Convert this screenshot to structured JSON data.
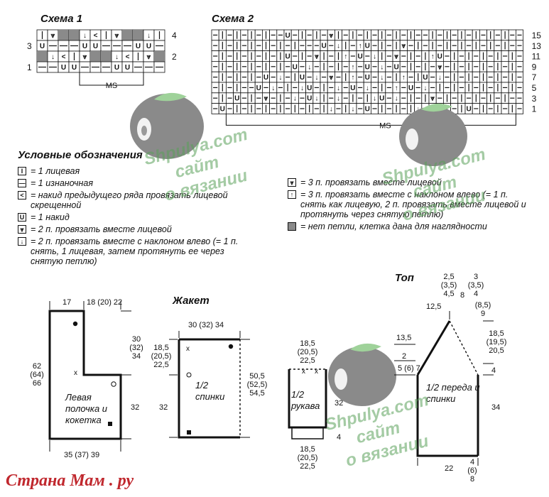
{
  "scheme1": {
    "title": "Схема 1",
    "rows": [
      [
        "I",
        "⩔",
        "G",
        "G",
        "↓",
        "<",
        "I",
        "⩔",
        "G",
        "G",
        "↓",
        "I"
      ],
      [
        "U",
        "-",
        "-",
        "-",
        "U",
        "U",
        "-",
        "-",
        "-",
        "U",
        "U",
        "-"
      ],
      [
        "G",
        "↓",
        "<",
        "I",
        "⩔",
        "G",
        "G",
        "↓",
        "<",
        "I",
        "⩔",
        "G"
      ],
      [
        "-",
        "-",
        "U",
        "U",
        "-",
        "-",
        "-",
        "U",
        "U",
        "-",
        "-",
        "-"
      ]
    ],
    "row_labels_right": [
      "4",
      "",
      "2",
      ""
    ],
    "row_labels_left": [
      "",
      "3",
      "",
      "1"
    ],
    "ms": "MS"
  },
  "scheme2": {
    "title": "Схема 2",
    "rows": [
      [
        "-",
        "I",
        "-",
        "I",
        "-",
        "I",
        "-",
        "I",
        "-",
        "-",
        "U",
        "-",
        "I",
        "-",
        "I",
        "-",
        "⩔",
        "I",
        "-",
        "I",
        "-",
        "I",
        "-",
        "I",
        "-",
        "I",
        "-",
        "I",
        "-",
        "-",
        "I",
        "-",
        "I",
        "-",
        "I",
        "-",
        "I",
        "-",
        "I",
        "-",
        "I",
        "-",
        "-"
      ],
      [
        "-",
        "I",
        "-",
        "I",
        "-",
        "I",
        "-",
        "I",
        "-",
        "I",
        "-",
        "I",
        "-",
        "-",
        "-",
        "U",
        "-",
        "↓",
        "I",
        "-",
        "↑",
        "U",
        "-",
        "I",
        "-",
        "I",
        "⩔",
        "-",
        "I",
        "-",
        "I",
        "-",
        "I",
        "-",
        "I",
        "-",
        "I",
        "-",
        "I",
        "-",
        "I",
        "-",
        "-"
      ],
      [
        "-",
        "I",
        "-",
        "I",
        "-",
        "I",
        "-",
        "I",
        "-",
        "I",
        "U",
        "-",
        "I",
        "-",
        "⩔",
        "I",
        "-",
        "I",
        "↑",
        "-",
        "U",
        "-",
        "↓",
        "I",
        "-",
        "⩔",
        "-",
        "I",
        "-",
        "I",
        "↑",
        "U",
        "-",
        "I",
        "-",
        "I",
        "-",
        "I",
        "-",
        "I",
        "-",
        "I",
        "-"
      ],
      [
        "-",
        "I",
        "-",
        "I",
        "-",
        "I",
        "-",
        "I",
        "-",
        "I",
        "-",
        "U",
        "-",
        "↓",
        "-",
        "I",
        "-",
        "I",
        "-",
        "↑",
        "-",
        "U",
        "-",
        "↓",
        "-",
        "U",
        "-",
        "I",
        "-",
        "I",
        "-",
        "⩔",
        "-",
        "I",
        "-",
        "I",
        "-",
        "I",
        "-",
        "I",
        "-",
        "I",
        "-"
      ],
      [
        "-",
        "I",
        "-",
        "I",
        "-",
        "I",
        "-",
        "U",
        "-",
        "↓",
        "-",
        "I",
        "U",
        "-",
        "↓",
        "-",
        "⩔",
        "-",
        "I",
        "↑",
        "-",
        "U",
        "-",
        "↓",
        "-",
        "I",
        "↑",
        "-",
        "I",
        "U",
        "-",
        "↓",
        "-",
        "I",
        "-",
        "I",
        "-",
        "I",
        "-",
        "I",
        "-",
        "I",
        "-"
      ],
      [
        "-",
        "I",
        "-",
        "I",
        "-",
        "-",
        "U",
        "-",
        "↓",
        "-",
        "I",
        "-",
        "↓",
        "U",
        "-",
        "I",
        "-",
        "↓",
        "-",
        "U",
        "-",
        "↓",
        "-",
        "I",
        "-",
        "↑",
        "-",
        "U",
        "-",
        "↓",
        "-",
        "I",
        "-",
        "I",
        "-",
        "I",
        "-",
        "I",
        "-",
        "I",
        "-",
        "I",
        "-"
      ],
      [
        "-",
        "I",
        "-",
        "U",
        "-",
        "I",
        "-",
        "⩔",
        "-",
        "I",
        "-",
        "↓",
        "-",
        "U",
        "↓",
        "I",
        "-",
        "↓",
        "-",
        "I",
        "-",
        "I",
        "↓",
        "U",
        "-",
        "↓",
        "-",
        "I",
        "-",
        "I",
        "⩔",
        "-",
        "I",
        "-",
        "I",
        "-",
        "I",
        "-",
        "I",
        "-",
        "I",
        "-",
        "-"
      ],
      [
        "-",
        "U",
        "-",
        "I",
        "-",
        "I",
        "-",
        "I",
        "-",
        "I",
        "-",
        "I",
        "-",
        "I",
        "-",
        "I",
        "↓",
        "-",
        "I",
        "↓",
        "-",
        "U",
        "-",
        "I",
        "-",
        "I",
        "-",
        "I",
        "↓",
        "-",
        "I",
        "-",
        "I",
        "-",
        "I",
        "U",
        "-",
        "I",
        "-",
        "I",
        "-",
        "I",
        "-"
      ]
    ],
    "row_labels": [
      "15",
      "13",
      "11",
      "9",
      "7",
      "5",
      "3",
      "1"
    ],
    "ms": "MS"
  },
  "legend": {
    "title": "Условные обозначения",
    "left_items": [
      {
        "symbol": "I",
        "text": "= 1 лицевая"
      },
      {
        "symbol": "-",
        "text": "= 1 изнаночная"
      },
      {
        "symbol": "<",
        "text": "= накид предыдущего ряда провязать лицевой скрещенной"
      },
      {
        "symbol": "U",
        "text": "= 1 накид"
      },
      {
        "symbol": "⩔",
        "text": "= 2 п. провязать вместе лицевой"
      },
      {
        "symbol": "↓",
        "text": "= 2 п. провязать вместе с наклоном влево (= 1 п. снять, 1 лицевая, затем протянуть ее через снятую петлю)"
      }
    ],
    "right_items": [
      {
        "symbol": "⩔",
        "text": "= 3 п. провязать вместе лицевой"
      },
      {
        "symbol": "↑",
        "text": "= 3 п. провязать вместе с наклоном влево (= 1 п. снять как лицевую, 2 п. провязать вместе лицевой и протянуть через снятую петлю)"
      },
      {
        "symbol": "G",
        "text": "= нет петли, клетка дана для наглядности"
      }
    ]
  },
  "jacket": {
    "title": "Жакет",
    "left_piece": {
      "label": "Левая полочка и кокетка",
      "top_a": "17",
      "top_b": "18 (20) 22",
      "height_total": "62 (64) 66",
      "height_upper": "30 (32) 34",
      "height_lower": "32",
      "bottom": "35 (37) 39"
    },
    "back_piece": {
      "label": "1/2 спинки",
      "top": "30 (32) 34",
      "side_upper": "18,5 (20,5) 22,5",
      "side_lower": "32",
      "right_height": "50,5 (52,5) 54,5",
      "x_mark": "x"
    }
  },
  "top": {
    "title": "Топ",
    "sleeve": {
      "label": "1/2 рукава",
      "top": "18,5 (20,5) 22,5",
      "height": "32",
      "bottom_band": "4",
      "bottom": "18,5 (20,5) 22,5",
      "x_mark": "x"
    },
    "body": {
      "label": "1/2 переда и спинки",
      "top_left": "2,5 (3,5) 4,5",
      "top_right": "3 (3,5) 4",
      "top_mid": "8",
      "width_a": "12,5",
      "width_b": "(8,5) 9",
      "height_a": "13,5",
      "height_b": "2",
      "height_c": "5 (6) 7",
      "band": "4",
      "right_upper": "18,5 (19,5) 20,5",
      "right_band": "4",
      "right_lower": "34",
      "bottom": "22",
      "bottom_band": "4 (6) 8"
    }
  },
  "watermark": {
    "site": "Shpulya.com",
    "line2": "сайт",
    "line3": "о вязании"
  },
  "footer": "Страна Мам . ру",
  "colors": {
    "grey_cell": "#8a8a8a",
    "watermark": "#5aa15a",
    "footer": "#c0282e",
    "yarn": "#8a8a8a",
    "leaf": "#9fd29a"
  }
}
